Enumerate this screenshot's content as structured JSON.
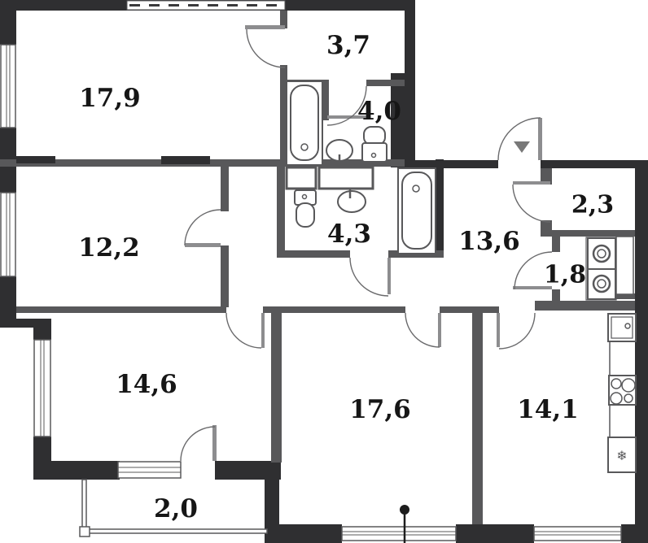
{
  "colors": {
    "exterior_wall": "#2f2f31",
    "interior_wall": "#58585a",
    "door_leaf": "#8d8d8f",
    "door_arc": "#6a6a6c",
    "label": "#161616",
    "entrance_marker": "#787878",
    "background": "#ffffff"
  },
  "rooms": [
    {
      "id": "room-top-left",
      "area": "17,9"
    },
    {
      "id": "hall-top",
      "area": "3,7"
    },
    {
      "id": "bathroom-top",
      "area": "4,0"
    },
    {
      "id": "room-mid-left",
      "area": "12,2"
    },
    {
      "id": "bathroom-mid",
      "area": "4,3"
    },
    {
      "id": "hallway",
      "area": "13,6"
    },
    {
      "id": "storage-top-right",
      "area": "2,3"
    },
    {
      "id": "laundry",
      "area": "1,8"
    },
    {
      "id": "room-bottom-left",
      "area": "14,6"
    },
    {
      "id": "room-bottom-mid",
      "area": "17,6"
    },
    {
      "id": "kitchen",
      "area": "14,1"
    },
    {
      "id": "balcony",
      "area": "2,0"
    }
  ],
  "fixtures": {
    "fridge_glyph": "❄",
    "list": [
      "bathtub-icon",
      "bathtub-icon",
      "sink-icon",
      "sink-icon",
      "toilet-icon",
      "toilet-icon",
      "washing-machine-icon",
      "washing-machine-icon",
      "kitchen-sink-icon",
      "stove-icon",
      "fridge-icon"
    ]
  },
  "entrance": {
    "marker": "triangle-down"
  }
}
